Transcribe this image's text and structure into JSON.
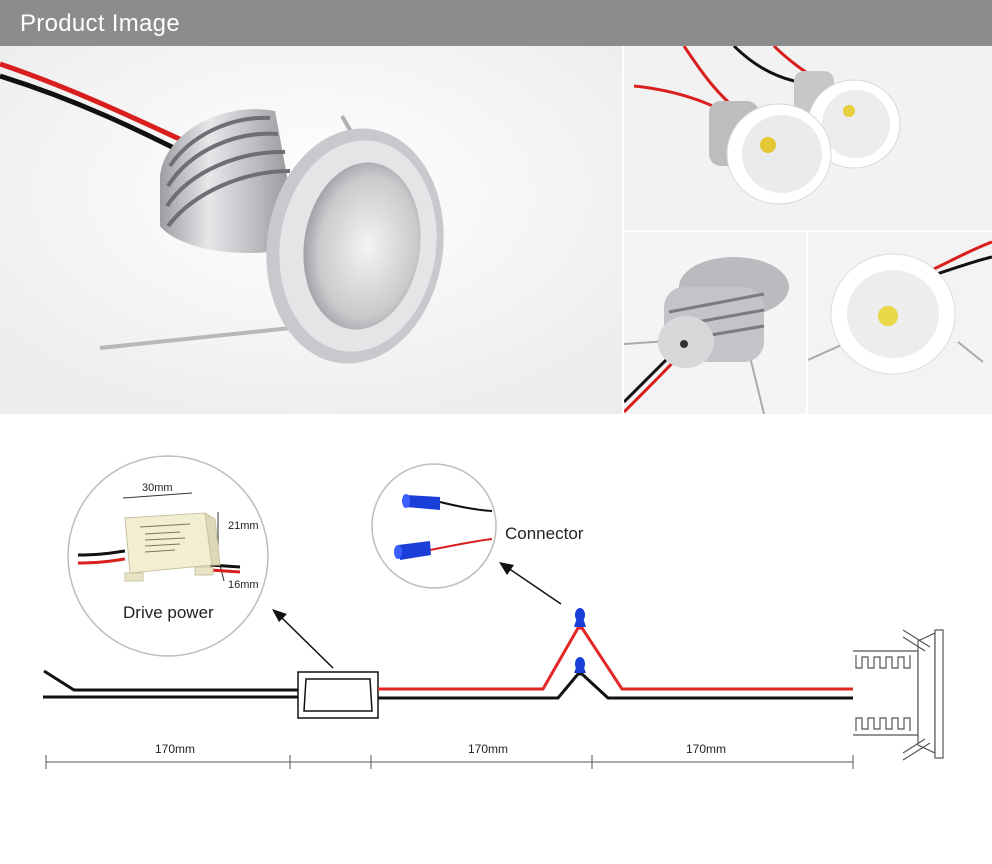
{
  "header": {
    "title": "Product Image"
  },
  "diagram": {
    "drive_power_label": "Drive power",
    "connector_label": "Connector",
    "driver_dims": {
      "width": "30mm",
      "height": "21mm",
      "depth": "16mm"
    },
    "segments": [
      {
        "label": "170mm"
      },
      {
        "label": "170mm"
      },
      {
        "label": "170mm"
      }
    ]
  },
  "colors": {
    "header_bar": "#8c8c8c",
    "wire_red": "#e32626",
    "wire_black": "#111111",
    "connector_blue": "#1a3fd8"
  }
}
